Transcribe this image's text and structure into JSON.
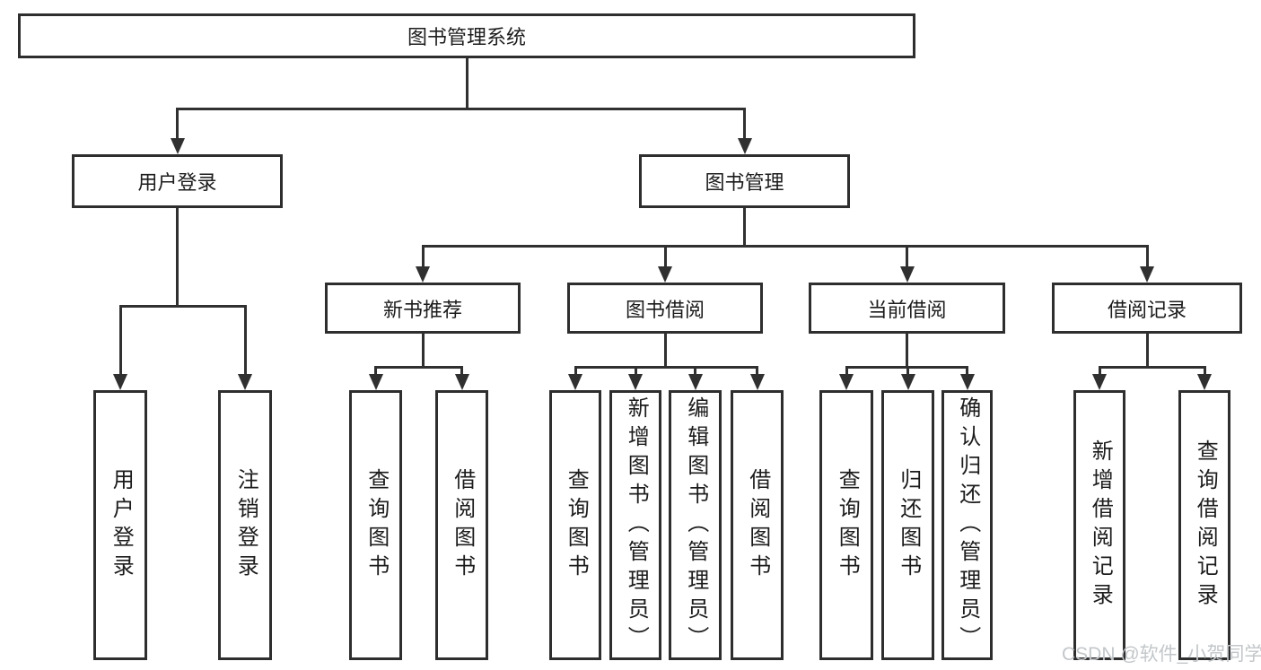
{
  "tree": {
    "root": {
      "label": "图书管理系统"
    },
    "branches": [
      {
        "label": "用户登录",
        "children": [
          {
            "label": "用户登录"
          },
          {
            "label": "注销登录"
          }
        ]
      },
      {
        "label": "图书管理",
        "children": [
          {
            "label": "新书推荐",
            "children": [
              {
                "label": "查询图书"
              },
              {
                "label": "借阅图书"
              }
            ]
          },
          {
            "label": "图书借阅",
            "children": [
              {
                "label": "查询图书"
              },
              {
                "label": "新增图书（管理员）"
              },
              {
                "label": "编辑图书（管理员）"
              },
              {
                "label": "借阅图书"
              }
            ]
          },
          {
            "label": "当前借阅",
            "children": [
              {
                "label": "查询图书"
              },
              {
                "label": "归还图书"
              },
              {
                "label": "确认归还（管理员）"
              }
            ]
          },
          {
            "label": "借阅记录",
            "children": [
              {
                "label": "新增借阅记录"
              },
              {
                "label": "查询借阅记录"
              }
            ]
          }
        ]
      }
    ]
  },
  "watermark": {
    "text": "CSDN @软件_小贺同学"
  },
  "colors": {
    "line": "#303030",
    "border": "#2e2e2e",
    "text": "#1c1c1c",
    "watermark": "#c3c7ca",
    "background": "#ffffff"
  }
}
